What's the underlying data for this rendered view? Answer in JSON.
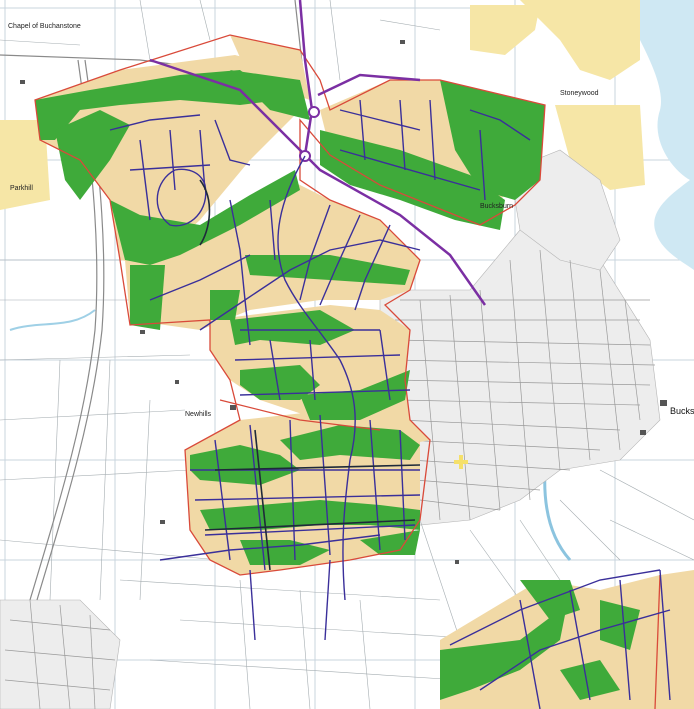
{
  "map": {
    "colors": {
      "background": "#ffffff",
      "built_up": "#f6e6a6",
      "development": "#f1d9a6",
      "green_space": "#3faa3a",
      "boundary": "#d94a3a",
      "proposed_road": "#3a2f9a",
      "main_road": "#7b2fa3",
      "water": "#cfe8f3",
      "grid": "#c9d4de",
      "field_lines": "#9aa3a8",
      "urban_road": "#8a8a8a"
    },
    "labels": {
      "place_nw": "Chapel of Buchanstone",
      "place_w": "Parkhill",
      "place_centre": "Newhills",
      "place_e": "Bucksburn",
      "place_ne": "Stoneywood",
      "place_se": "Bucks"
    }
  }
}
